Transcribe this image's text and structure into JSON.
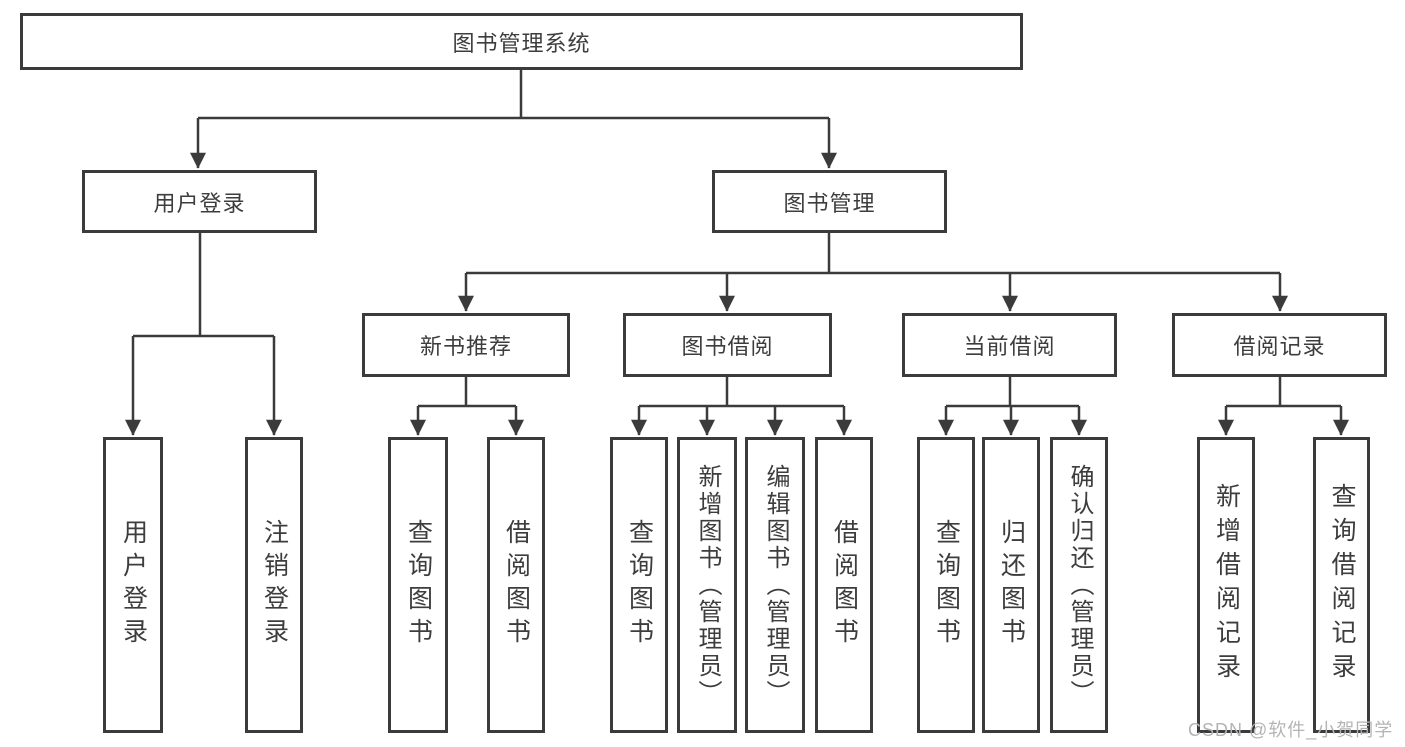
{
  "tree": {
    "label": "图书管理系统",
    "children": [
      {
        "label": "用户登录",
        "children": [
          {
            "label": "用户登录"
          },
          {
            "label": "注销登录"
          }
        ]
      },
      {
        "label": "图书管理",
        "children": [
          {
            "label": "新书推荐",
            "children": [
              {
                "label": "查询图书"
              },
              {
                "label": "借阅图书"
              }
            ]
          },
          {
            "label": "图书借阅",
            "children": [
              {
                "label": "查询图书"
              },
              {
                "label": "新增图书（管理员）"
              },
              {
                "label": "编辑图书（管理员）"
              },
              {
                "label": "借阅图书"
              }
            ]
          },
          {
            "label": "当前借阅",
            "children": [
              {
                "label": "查询图书"
              },
              {
                "label": "归还图书"
              },
              {
                "label": "确认归还（管理员）"
              }
            ]
          },
          {
            "label": "借阅记录",
            "children": [
              {
                "label": "新增借阅记录"
              },
              {
                "label": "查询借阅记录"
              }
            ]
          }
        ]
      }
    ]
  },
  "watermark": {
    "text": "CSDN @软件_小贺同学"
  },
  "colors": {
    "line": "#3b3b3b",
    "box_border": "#3b3b3b",
    "text": "#3d3d3d",
    "watermark": "#b4b4b4",
    "background": "#ffffff"
  }
}
